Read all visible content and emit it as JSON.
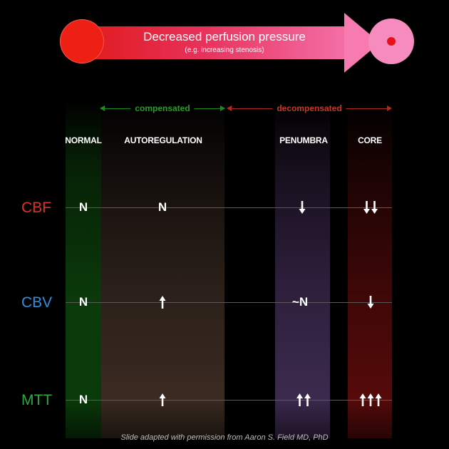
{
  "banner": {
    "title": "Decreased perfusion pressure",
    "subtitle": "(e.g. increasing stenosis)"
  },
  "ranges": {
    "compensated": "compensated",
    "decompensated": "decompensated"
  },
  "columns": [
    {
      "key": "normal",
      "label": "NORMAL"
    },
    {
      "key": "autoregulation",
      "label": "AUTOREGULATION"
    },
    {
      "key": "penumbra",
      "label": "PENUMBRA"
    },
    {
      "key": "core",
      "label": "CORE"
    }
  ],
  "rows": [
    {
      "label": "CBF",
      "color": "#d8322a",
      "cells": {
        "normal": "N",
        "autoregulation": "N",
        "penumbra": "↓",
        "core": "↓↓"
      }
    },
    {
      "label": "CBV",
      "color": "#2f8fdc",
      "cells": {
        "normal": "N",
        "autoregulation": "↑",
        "penumbra": "~N",
        "core": "↓"
      }
    },
    {
      "label": "MTT",
      "color": "#2eaa3a",
      "cells": {
        "normal": "N",
        "autoregulation": "↑",
        "penumbra": "↑↑",
        "core": "↑↑↑"
      }
    }
  ],
  "footer": "Slide adapted with permission from Aaron S. Field MD, PhD",
  "colors": {
    "compensated": "#2c9a2c",
    "decompensated": "#c0392b",
    "start_circle": "#ee2016",
    "end_circle": "#f68bbd"
  }
}
